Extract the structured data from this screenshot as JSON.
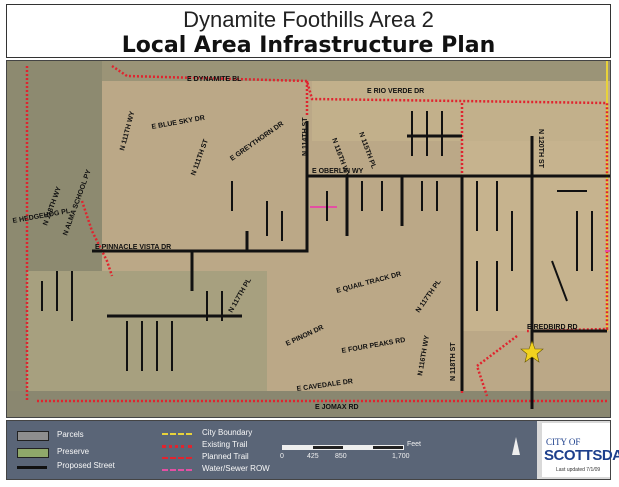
{
  "title": {
    "line1": "Dynamite Foothills Area 2",
    "line2": "Local Area Infrastructure Plan"
  },
  "streets": {
    "dynamite": "E DYNAMITE BL",
    "rio_verde": "E RIO VERDE DR",
    "blue_sky": "E BLUE SKY DR",
    "greythorn": "E GREYTHORN DR",
    "oberlin": "E OBERLIN WY",
    "hedgehog": "E HEDGEHOG PL",
    "alma_school": "N ALMA SCHOOL PY",
    "n_118th": "N 118TH WY",
    "n_111th_wy": "N 111TH WY",
    "n_111th_st": "N 111TH ST",
    "n_114th": "N 114TH ST",
    "n_116th_wy": "N 116TH WY",
    "n_115th_pl": "N 115TH PL",
    "n_120th": "N 120TH ST",
    "pinnacle_vista": "E PINNACLE VISTA DR",
    "n_117th_pl": "N 117TH PL",
    "quail_track": "E QUAIL TRACK DR",
    "n_117th": "N 117TH PL",
    "pinon": "E PINON DR",
    "four_peaks": "E FOUR PEAKS RD",
    "n_116th": "N 116TH WY",
    "n_118th_st": "N 118TH ST",
    "redbird": "E REDBIRD RD",
    "cavedale": "E CAVEDALE DR",
    "jomax": "E JOMAX RD"
  },
  "legend": {
    "parcels": "Parcels",
    "preserve": "Preserve",
    "proposed_street": "Proposed Street",
    "city_boundary": "City Boundary",
    "existing_trail": "Existing Trail",
    "planned_trail": "Planned Trail",
    "water_sewer": "Water/Sewer ROW",
    "scale_0": "0",
    "scale_1": "425",
    "scale_2": "850",
    "scale_3": "1,700",
    "scale_unit": "Feet"
  },
  "logo": {
    "city_of": "CITY OF",
    "scottsdale": "SCOTTSDAL",
    "updated": "Last updated 7/1/09"
  },
  "colors": {
    "terrain": "#b9a989",
    "proposed_street": "#111111",
    "trail": "#e0242e",
    "city_boundary": "#e8d23a",
    "water_sewer": "#e34fa3",
    "legend_bg": "#5a6577",
    "logo_blue": "#1d3f8c"
  }
}
